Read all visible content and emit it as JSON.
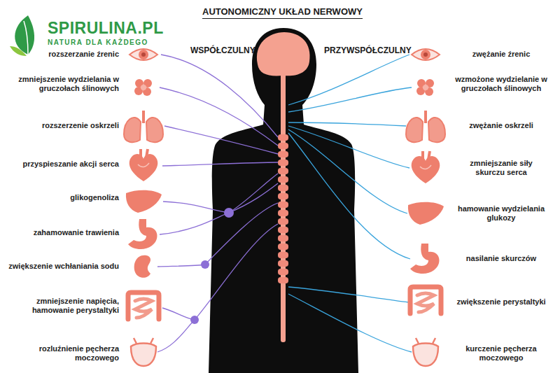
{
  "diagram": {
    "title": "AUTONOMICZNY UKŁAD NERWOWY",
    "labels": [
      "SPIRULINA.PL",
      "NATURA DLA KAŻDEGO",
      "WSPÓŁCZULNY",
      "PRZYWSPÓŁCZULNY",
      "rozszerzanie źrenic",
      "zmniejszenie wydzielania w gruczołach ślinowych",
      "rozszerzenie oskrzeli",
      "przyspieszanie akcji serca",
      "glikogenoliza",
      "zahamowanie trawienia",
      "zwiększenie wchłaniania sodu",
      "zmniejszenie napięcia, hamowanie perystaltyki",
      "rozluźnienie pęcherza moczowego",
      "zwężanie źrenic",
      "wzmożone wydzielanie w gruczołach ślinowych",
      "zwężanie oskrzeli",
      "zmniejszanie siły skurczu serca",
      "hamowanie wydzielania glukozy",
      "nasilanie skurczów",
      "zwiększenie perystaltyki",
      "kurczenie pęcherza moczowego"
    ]
  }
}
